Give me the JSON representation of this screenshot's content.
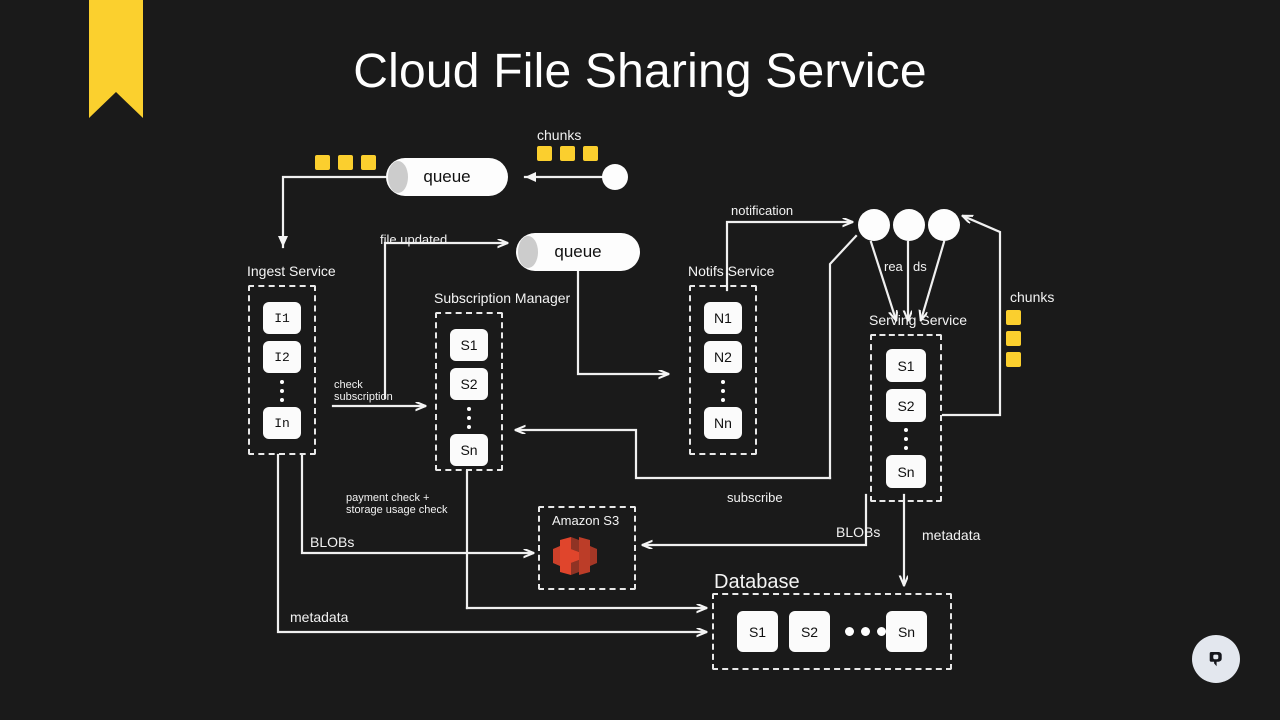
{
  "slide": {
    "title": "Cloud File Sharing Service",
    "background_color": "#1a1a1a",
    "accent_color": "#fbd02e",
    "s3_color": "#e0452c"
  },
  "labels": {
    "chunks_top": "chunks",
    "chunks_right": "chunks",
    "file_updated": "file updated",
    "notification": "notification",
    "reads_left": "rea",
    "reads_right": "ds",
    "check_subscription_line1": "check",
    "check_subscription_line2": "subscription",
    "subscribe": "subscribe",
    "payment_check_line1": "payment check +",
    "payment_check_line2": "storage usage check",
    "blobs_left": "BLOBs",
    "blobs_right": "BLOBs",
    "metadata_left": "metadata",
    "metadata_right": "metadata"
  },
  "queues": [
    {
      "label": "queue"
    },
    {
      "label": "queue"
    }
  ],
  "groups": {
    "ingest": {
      "title": "Ingest Service",
      "nodes": [
        "I1",
        "I2",
        "In"
      ]
    },
    "subscription_manager": {
      "title": "Subscription Manager",
      "nodes": [
        "S1",
        "S2",
        "Sn"
      ]
    },
    "notifs": {
      "title": "Notifs Service",
      "nodes": [
        "N1",
        "N2",
        "Nn"
      ]
    },
    "serving": {
      "title": "Serving Service",
      "nodes": [
        "S1",
        "S2",
        "Sn"
      ]
    },
    "storage": {
      "title": "Amazon S3"
    },
    "database": {
      "title": "Database",
      "nodes": [
        "S1",
        "S2",
        "Sn"
      ]
    }
  }
}
